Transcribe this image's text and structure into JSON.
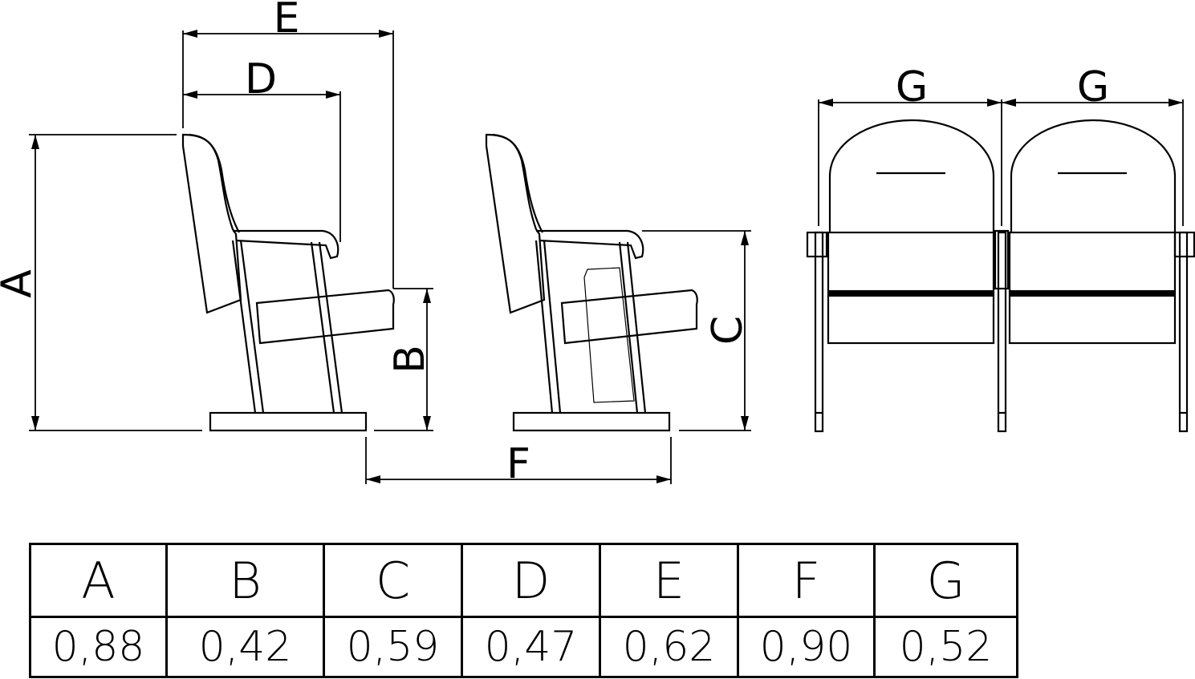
{
  "dimension_labels": {
    "A": "A",
    "B": "B",
    "C": "C",
    "D": "D",
    "E": "E",
    "F": "F",
    "G1": "G",
    "G2": "G"
  },
  "table": {
    "headers": [
      "A",
      "B",
      "C",
      "D",
      "E",
      "F",
      "G"
    ],
    "values": [
      "0,88",
      "0,42",
      "0,59",
      "0,47",
      "0,62",
      "0,90",
      "0,52"
    ]
  }
}
